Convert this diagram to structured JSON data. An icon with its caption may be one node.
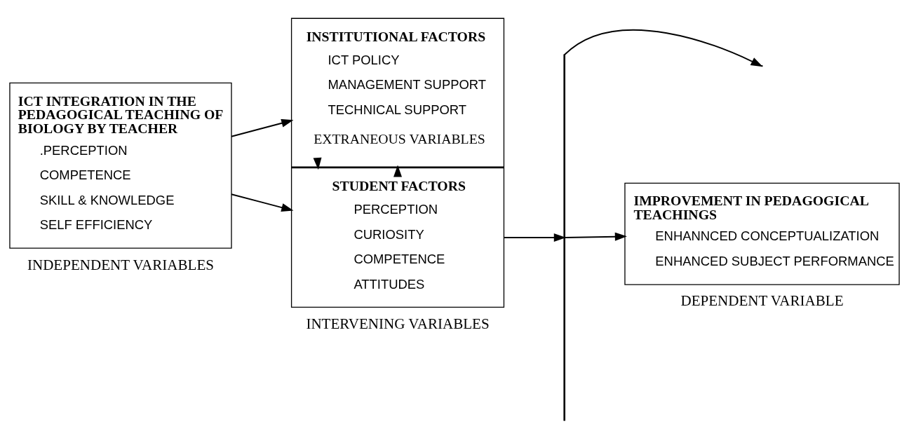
{
  "diagram": {
    "nodes": [
      {
        "text": [
          "ICT INTEGRATION IN THE PEDAGOGICAL TEACHING OF BIOLOGY BY TEACHER",
          ".PERCEPTION",
          "COMPETENCE",
          "SKILL & KNOWLEDGE",
          "SELF EFFICIENCY"
        ]
      },
      {
        "text": [
          "INSTITUTIONAL FACTORS",
          "ICT POLICY",
          "MANAGEMENT SUPPORT",
          "TECHNICAL SUPPORT",
          "EXTRANEOUS VARIABLES"
        ]
      },
      {
        "text": [
          "STUDENT FACTORS",
          "PERCEPTION",
          "CURIOSITY",
          "COMPETENCE",
          "ATTITUDES"
        ]
      },
      {
        "text": [],
        "shape": "bar"
      },
      {
        "text": [
          "IMPROVEMENT IN PEDAGOGICAL TEACHINGS",
          "ENHANNCED CONCEPTUALIZATION",
          "ENHANCED SUBJECT PERFORMANCE"
        ]
      }
    ],
    "edges": [
      {
        "from": 0,
        "to": 1,
        "arrow": "to"
      },
      {
        "from": 0,
        "to": 2,
        "arrow": "to"
      },
      {
        "from": 2,
        "to": 1,
        "arrow": "to"
      },
      {
        "from": 1,
        "to": 2,
        "arrow": "to"
      },
      {
        "from": 2,
        "to": 3,
        "arrow": "to"
      },
      {
        "from": 3,
        "to": 4,
        "arrow": "to"
      },
      {
        "from": 3,
        "to": null,
        "arrow": "to"
      }
    ],
    "labels": [
      "INDEPENDENT VARIABLES",
      "INTERVENING VARIABLES",
      "DEPENDENT VARIABLE"
    ]
  }
}
